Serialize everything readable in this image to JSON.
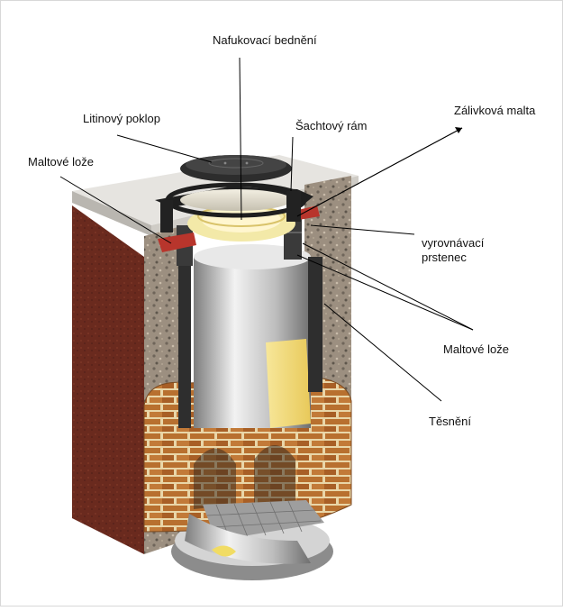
{
  "labels": {
    "nafukovaci_bedneni": "Nafukovací bednění",
    "litinovy_poklop": "Litinový poklop",
    "sachtovy_ram": "Šachtový rám",
    "zalivkova_malta": "Zálivková malta",
    "maltove_loze_top": "Maltové lože",
    "vyrovnavaci_line1": "vyrovnávací",
    "vyrovnavaci_line2": "prstenec",
    "maltove_loze_right": "Maltové lože",
    "tesneni": "Těsnění"
  },
  "colors": {
    "brick": "#b46a2e",
    "mortar": "#f0dcb0",
    "concrete": "#8f8578",
    "dark_brick_side": "#6e2a1c",
    "frame_dark": "#2a2a2a",
    "yellow_formwork": "#f5e08a",
    "pipe": "#c9c9c9"
  }
}
